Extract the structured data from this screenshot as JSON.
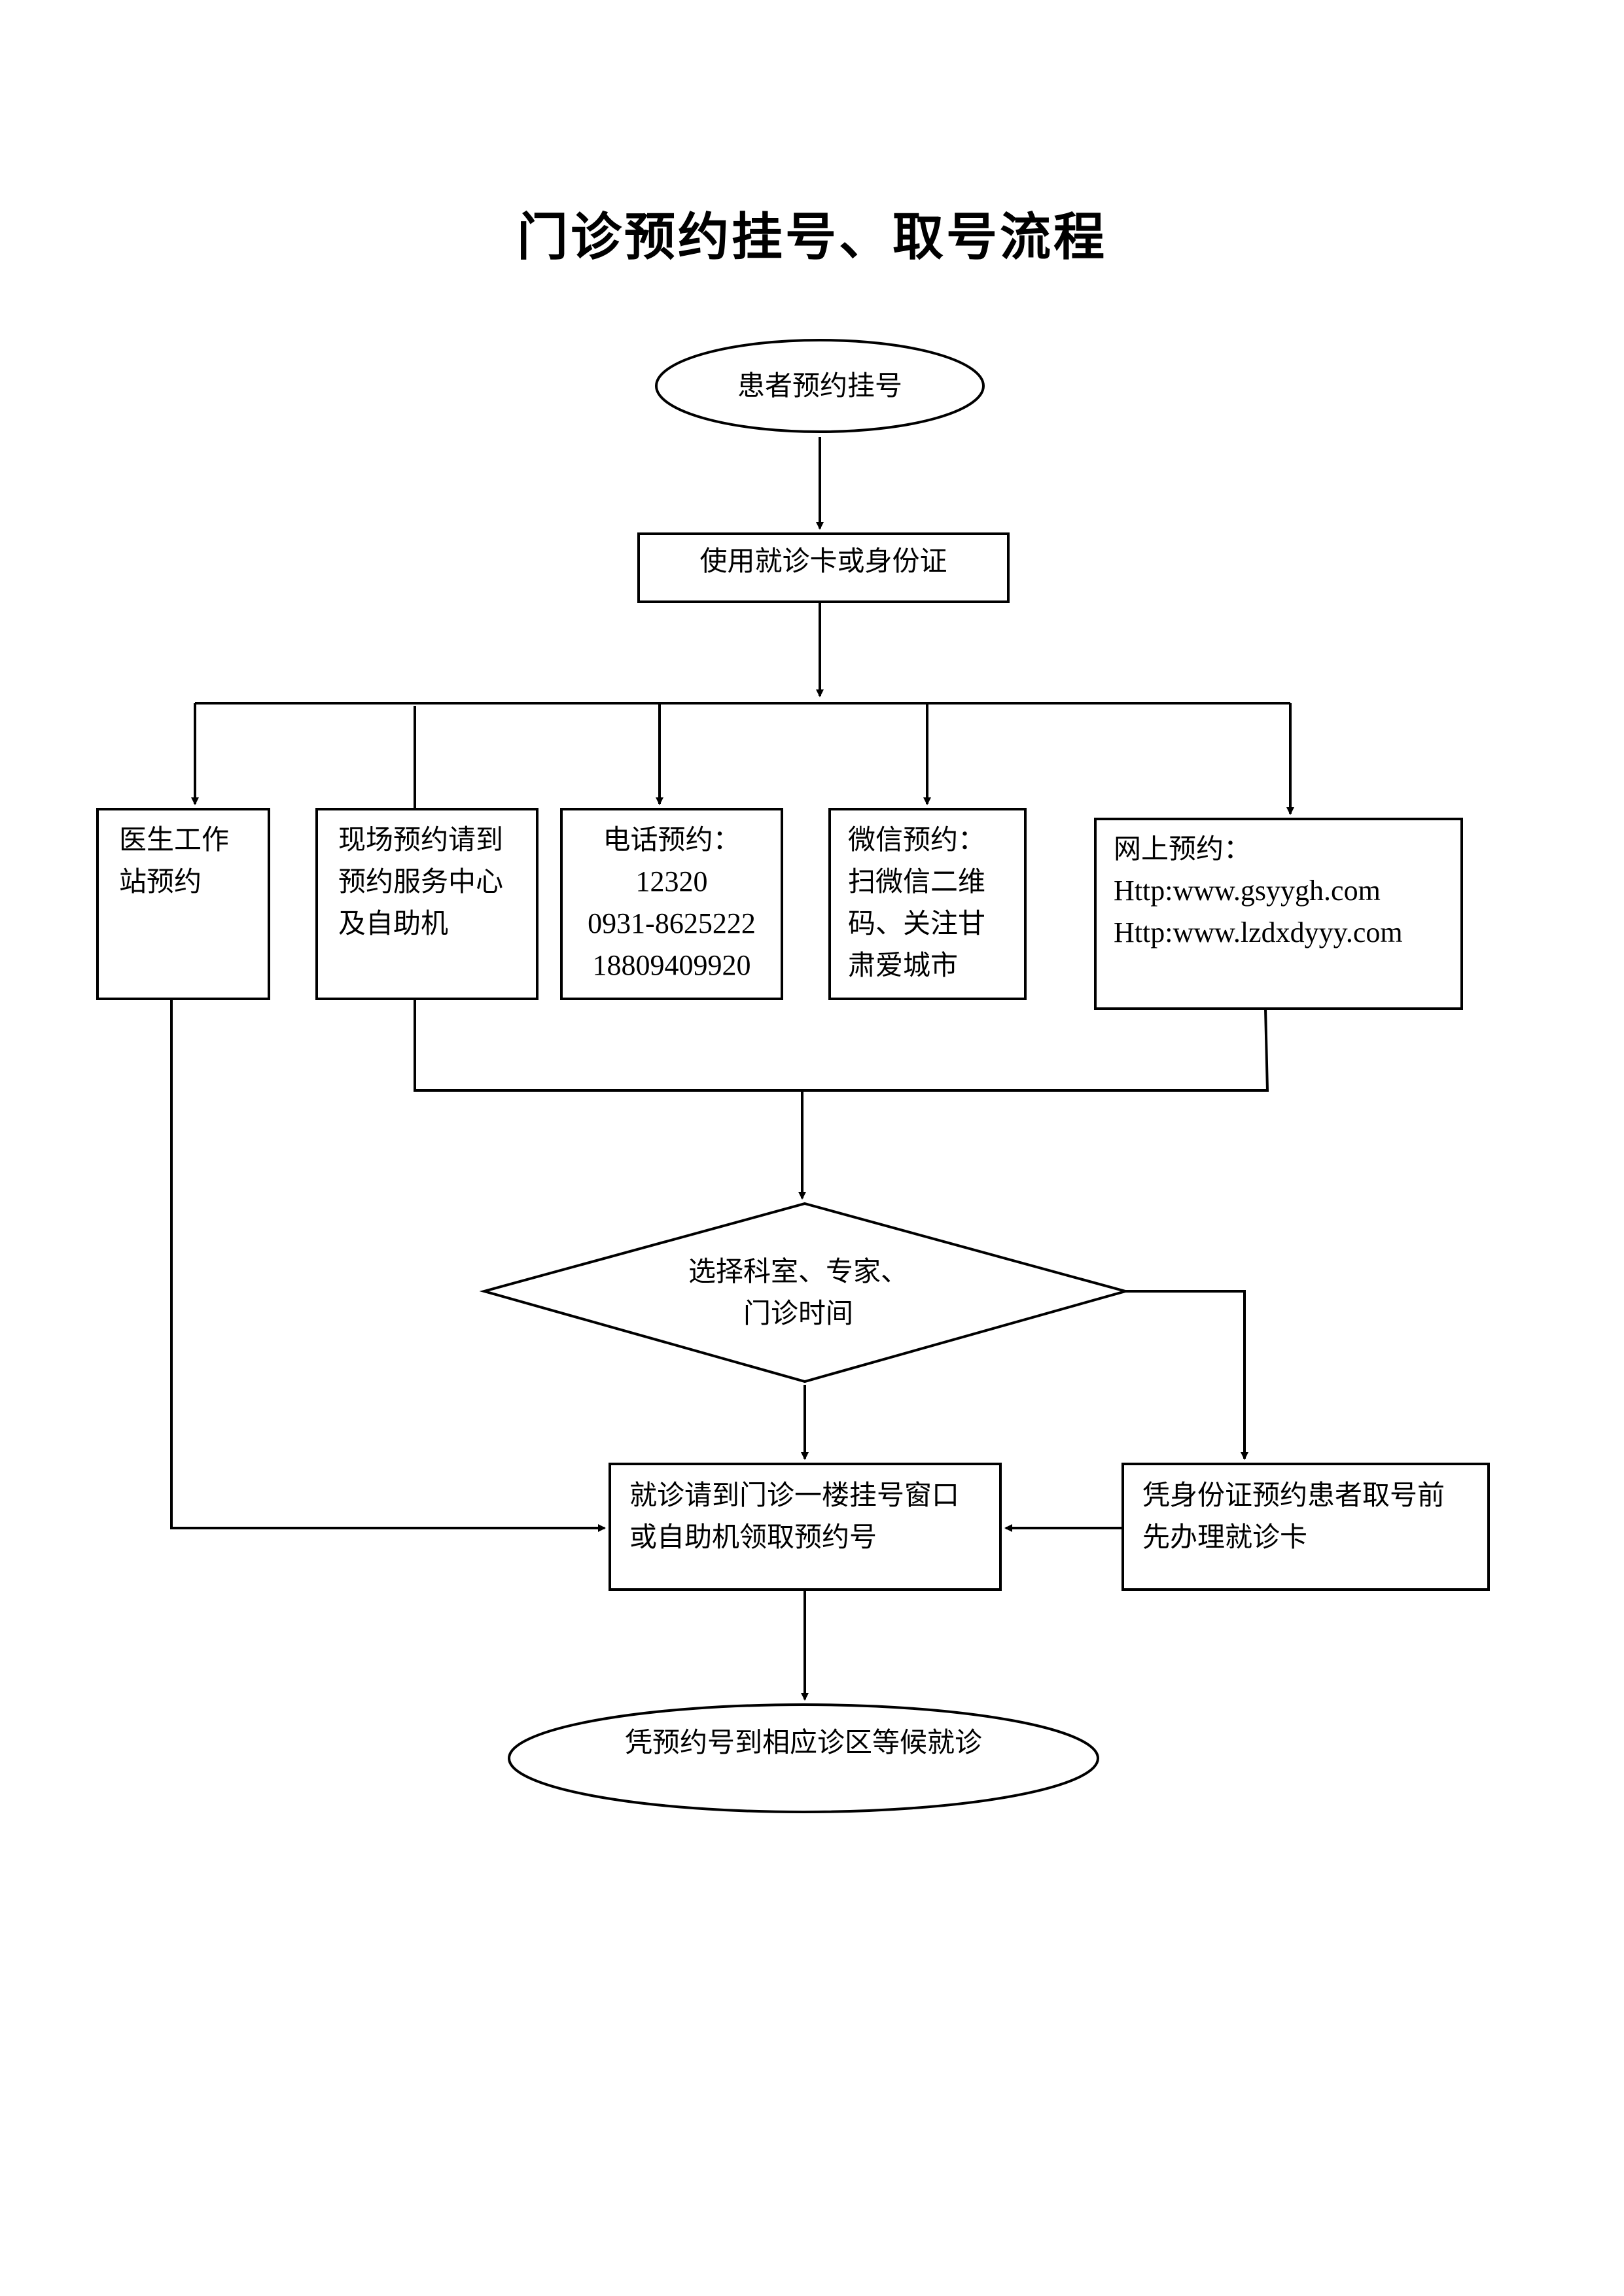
{
  "title": "门诊预约挂号、取号流程",
  "nodes": {
    "start": "患者预约挂号",
    "card": "使用就诊卡或身份证",
    "doctor": [
      "医生工作",
      "站预约"
    ],
    "onsite": [
      "现场预约请到",
      "预约服务中心",
      "及自助机"
    ],
    "phone": {
      "label": "电话预约：",
      "numbers": [
        "12320",
        "0931-8625222",
        "18809409920"
      ]
    },
    "wechat": [
      "微信预约：",
      "扫微信二维",
      "码、关注甘",
      "肃爱城市"
    ],
    "online": {
      "label": "网上预约：",
      "urls": [
        "Http:www.gsyygh.com",
        "Http:www.lzdxdyyy.com"
      ]
    },
    "decision": [
      "选择科室、专家、",
      "门诊时间"
    ],
    "pickup": [
      "就诊请到门诊一楼挂号窗口",
      "或自助机领取预约号"
    ],
    "idcard": [
      "凭身份证预约患者取号前",
      "先办理就诊卡"
    ],
    "end": "凭预约号到相应诊区等候就诊"
  }
}
